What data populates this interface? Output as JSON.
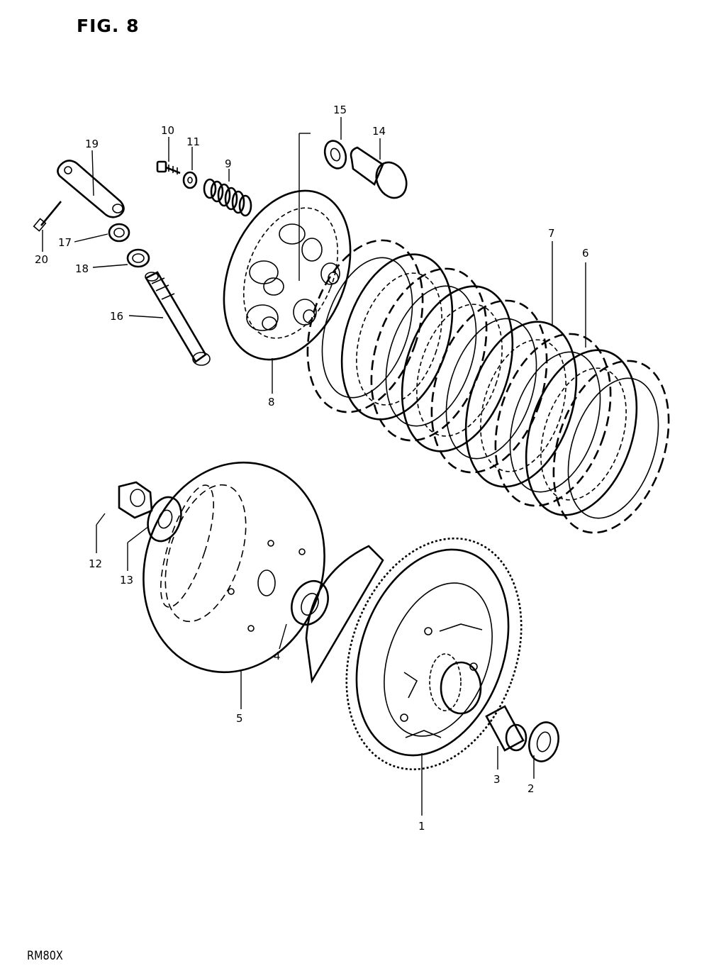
{
  "figure": {
    "title": "FIG. 8",
    "model": "RM80X"
  },
  "callouts": [
    {
      "id": "1",
      "label": "1"
    },
    {
      "id": "2",
      "label": "2"
    },
    {
      "id": "3",
      "label": "3"
    },
    {
      "id": "4",
      "label": "4"
    },
    {
      "id": "5",
      "label": "5"
    },
    {
      "id": "6",
      "label": "6"
    },
    {
      "id": "7",
      "label": "7"
    },
    {
      "id": "8",
      "label": "8"
    },
    {
      "id": "9",
      "label": "9"
    },
    {
      "id": "10",
      "label": "10"
    },
    {
      "id": "11",
      "label": "11"
    },
    {
      "id": "12",
      "label": "12"
    },
    {
      "id": "13",
      "label": "13"
    },
    {
      "id": "14",
      "label": "14"
    },
    {
      "id": "15",
      "label": "15"
    },
    {
      "id": "16",
      "label": "16"
    },
    {
      "id": "17",
      "label": "17"
    },
    {
      "id": "18",
      "label": "18"
    },
    {
      "id": "19",
      "label": "19"
    },
    {
      "id": "20",
      "label": "20"
    }
  ]
}
